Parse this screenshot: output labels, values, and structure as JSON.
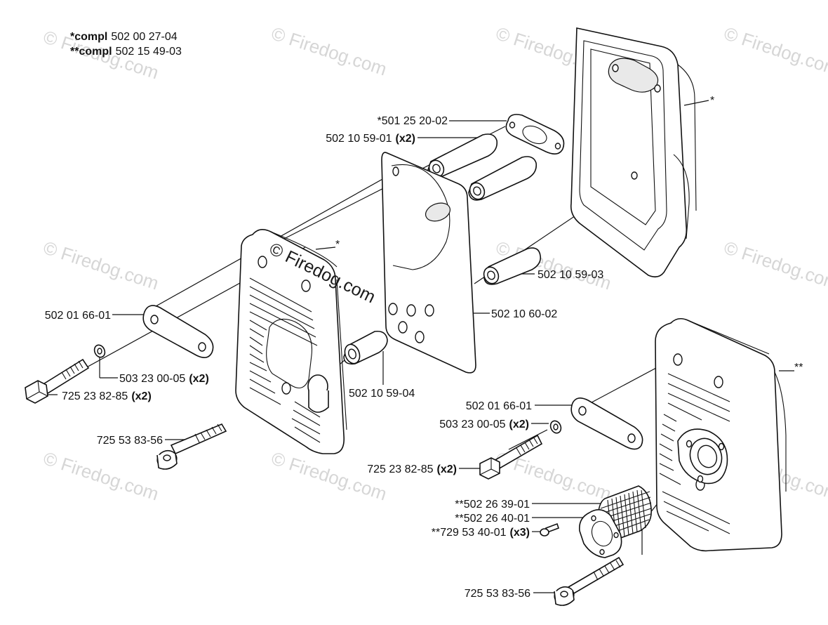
{
  "header": {
    "line1_prefix": "*compl",
    "line1_number": "502 00 27-04",
    "line2_prefix": "**compl",
    "line2_number": "502 15 49-03"
  },
  "watermark": {
    "text": "© Firedog.com",
    "center_text": "© Firedog.com"
  },
  "labels": {
    "gasket_top": "*501 25 20-02",
    "spacer_top": "502 10 59-01",
    "spacer_top_qty": "(x2)",
    "cover_top_marker": "*",
    "cover_left_marker": "*",
    "spacer_right": "502 10 59-03",
    "plate_left": "502 01 66-01",
    "heat_plate": "502 10 60-02",
    "washer_left": "503 23 00-05",
    "washer_left_qty": "(x2)",
    "bolt_left_long": "725 23 82-85",
    "bolt_left_long_qty": "(x2)",
    "spacer_bottom": "502 10 59-04",
    "bolt_left_short": "725 53 83-56",
    "cover_right_marker": "**",
    "plate_right": "502 01 66-01",
    "washer_right": "503 23 00-05",
    "washer_right_qty": "(x2)",
    "bolt_right_long": "725 23 82-85",
    "bolt_right_long_qty": "(x2)",
    "screen": "**502 26 39-01",
    "screen_gasket": "**502 26 40-01",
    "screw": "**729 53 40-01",
    "screw_qty": "(x3)",
    "bolt_right_short": "725 53 83-56"
  }
}
